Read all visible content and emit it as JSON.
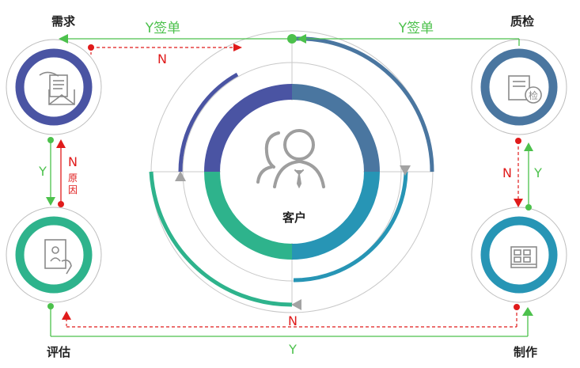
{
  "center": {
    "label": "客户",
    "icon": "users-icon"
  },
  "nodes": {
    "demand": {
      "label": "需求",
      "icon": "mail-document-icon"
    },
    "qc": {
      "label": "质检",
      "icon": "inspect-document-icon"
    },
    "assess": {
      "label": "评估",
      "icon": "hand-document-icon"
    },
    "produce": {
      "label": "制作",
      "icon": "grid-panel-icon"
    }
  },
  "flows": {
    "top_left_yes": "Y签单",
    "top_right_yes": "Y签单",
    "top_no": "N",
    "left_yes": "Y",
    "left_no": "N",
    "left_no_reason": [
      "原",
      "因"
    ],
    "right_no": "N",
    "right_yes": "Y",
    "bottom_no": "N",
    "bottom_yes": "Y"
  },
  "colors": {
    "demand": "#4a54a3",
    "qc": "#4a76a0",
    "assess": "#2eb38c",
    "produce": "#2795b5",
    "yes_line": "#4cc14c",
    "no_line": "#e01b1b",
    "outline": "#bdbdbd"
  }
}
